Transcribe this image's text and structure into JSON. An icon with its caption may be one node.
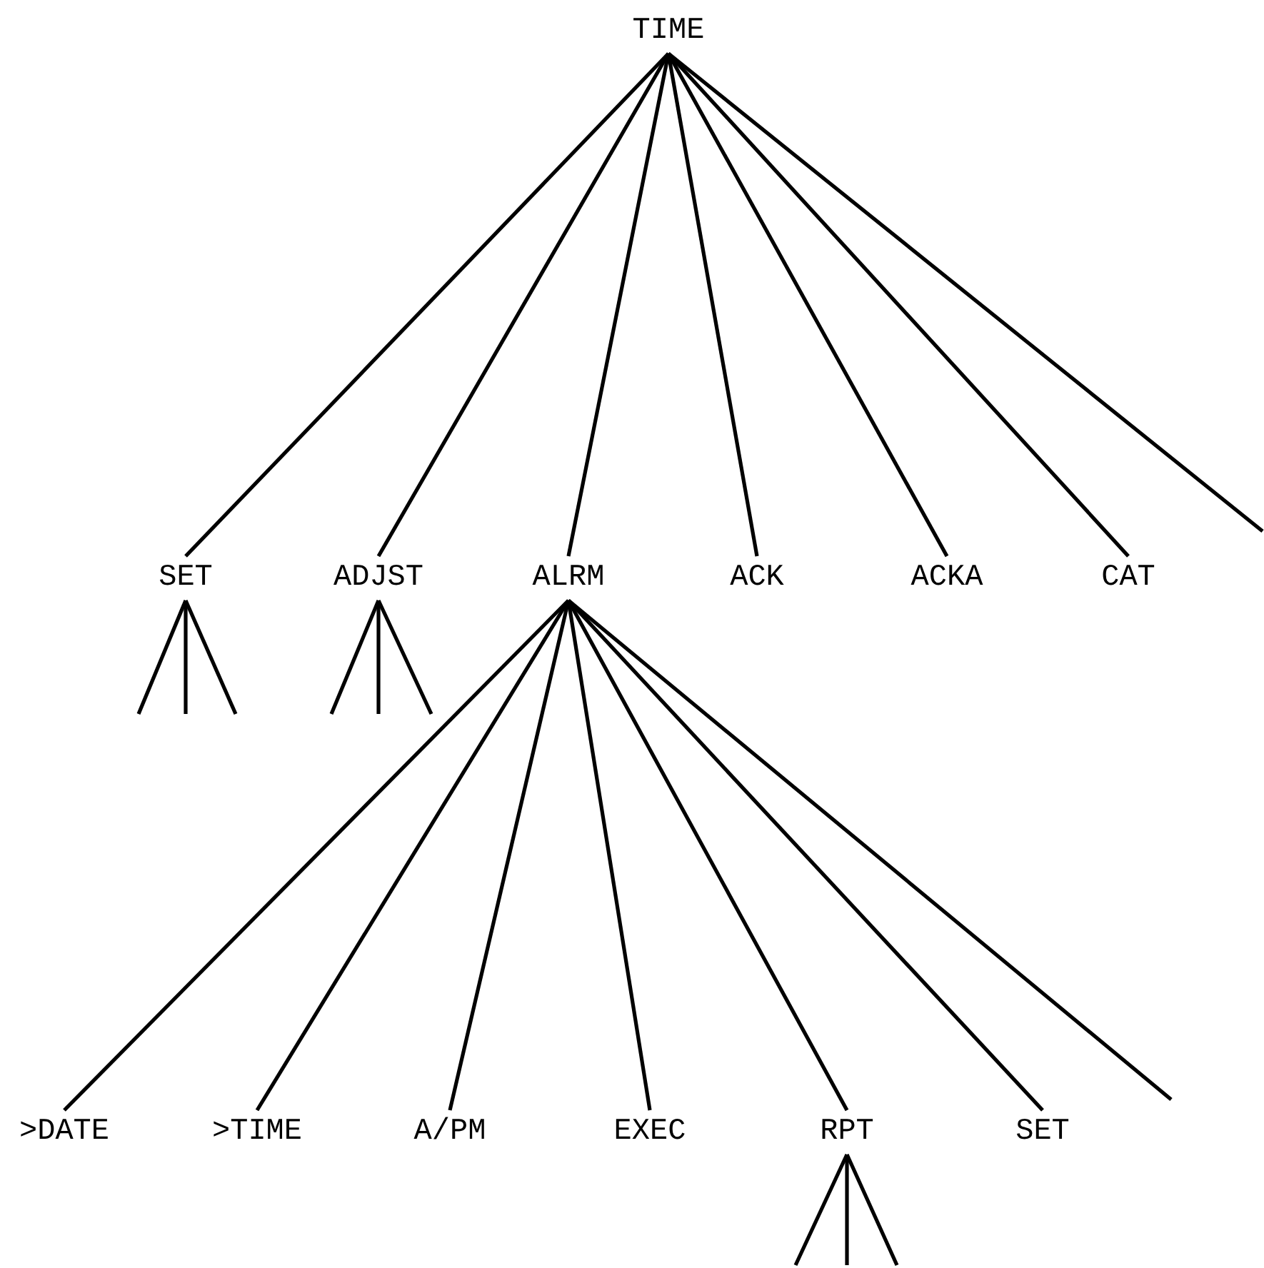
{
  "diagram": {
    "nodes": [
      {
        "text": [
          "TIME"
        ]
      },
      {
        "text": [
          "SET"
        ]
      },
      {
        "text": [
          "ADJST"
        ]
      },
      {
        "text": [
          "ALRM"
        ]
      },
      {
        "text": [
          "ACK"
        ]
      },
      {
        "text": [
          "ACKA"
        ]
      },
      {
        "text": [
          "CAT"
        ]
      },
      {
        "text": [
          ">DATE"
        ]
      },
      {
        "text": [
          ">TIME"
        ]
      },
      {
        "text": [
          "A/PM"
        ]
      },
      {
        "text": [
          "EXEC"
        ]
      },
      {
        "text": [
          "RPT"
        ]
      },
      {
        "text": [
          "SET"
        ]
      }
    ],
    "edges": [
      {
        "from": 0,
        "to": 1,
        "arrow": "none"
      },
      {
        "from": 0,
        "to": 2,
        "arrow": "none"
      },
      {
        "from": 0,
        "to": 3,
        "arrow": "none"
      },
      {
        "from": 0,
        "to": 4,
        "arrow": "none"
      },
      {
        "from": 0,
        "to": 5,
        "arrow": "none"
      },
      {
        "from": 0,
        "to": 6,
        "arrow": "none"
      },
      {
        "from": 0,
        "to": null,
        "arrow": "none"
      },
      {
        "from": 1,
        "to": null,
        "arrow": "none"
      },
      {
        "from": 1,
        "to": null,
        "arrow": "none"
      },
      {
        "from": 1,
        "to": null,
        "arrow": "none"
      },
      {
        "from": 2,
        "to": null,
        "arrow": "none"
      },
      {
        "from": 2,
        "to": null,
        "arrow": "none"
      },
      {
        "from": 2,
        "to": null,
        "arrow": "none"
      },
      {
        "from": 3,
        "to": 7,
        "arrow": "none"
      },
      {
        "from": 3,
        "to": 8,
        "arrow": "none"
      },
      {
        "from": 3,
        "to": 9,
        "arrow": "none"
      },
      {
        "from": 3,
        "to": 10,
        "arrow": "none"
      },
      {
        "from": 3,
        "to": 11,
        "arrow": "none"
      },
      {
        "from": 3,
        "to": 12,
        "arrow": "none"
      },
      {
        "from": 3,
        "to": null,
        "arrow": "none"
      },
      {
        "from": 11,
        "to": null,
        "arrow": "none"
      },
      {
        "from": 11,
        "to": null,
        "arrow": "none"
      },
      {
        "from": 11,
        "to": null,
        "arrow": "none"
      }
    ]
  }
}
